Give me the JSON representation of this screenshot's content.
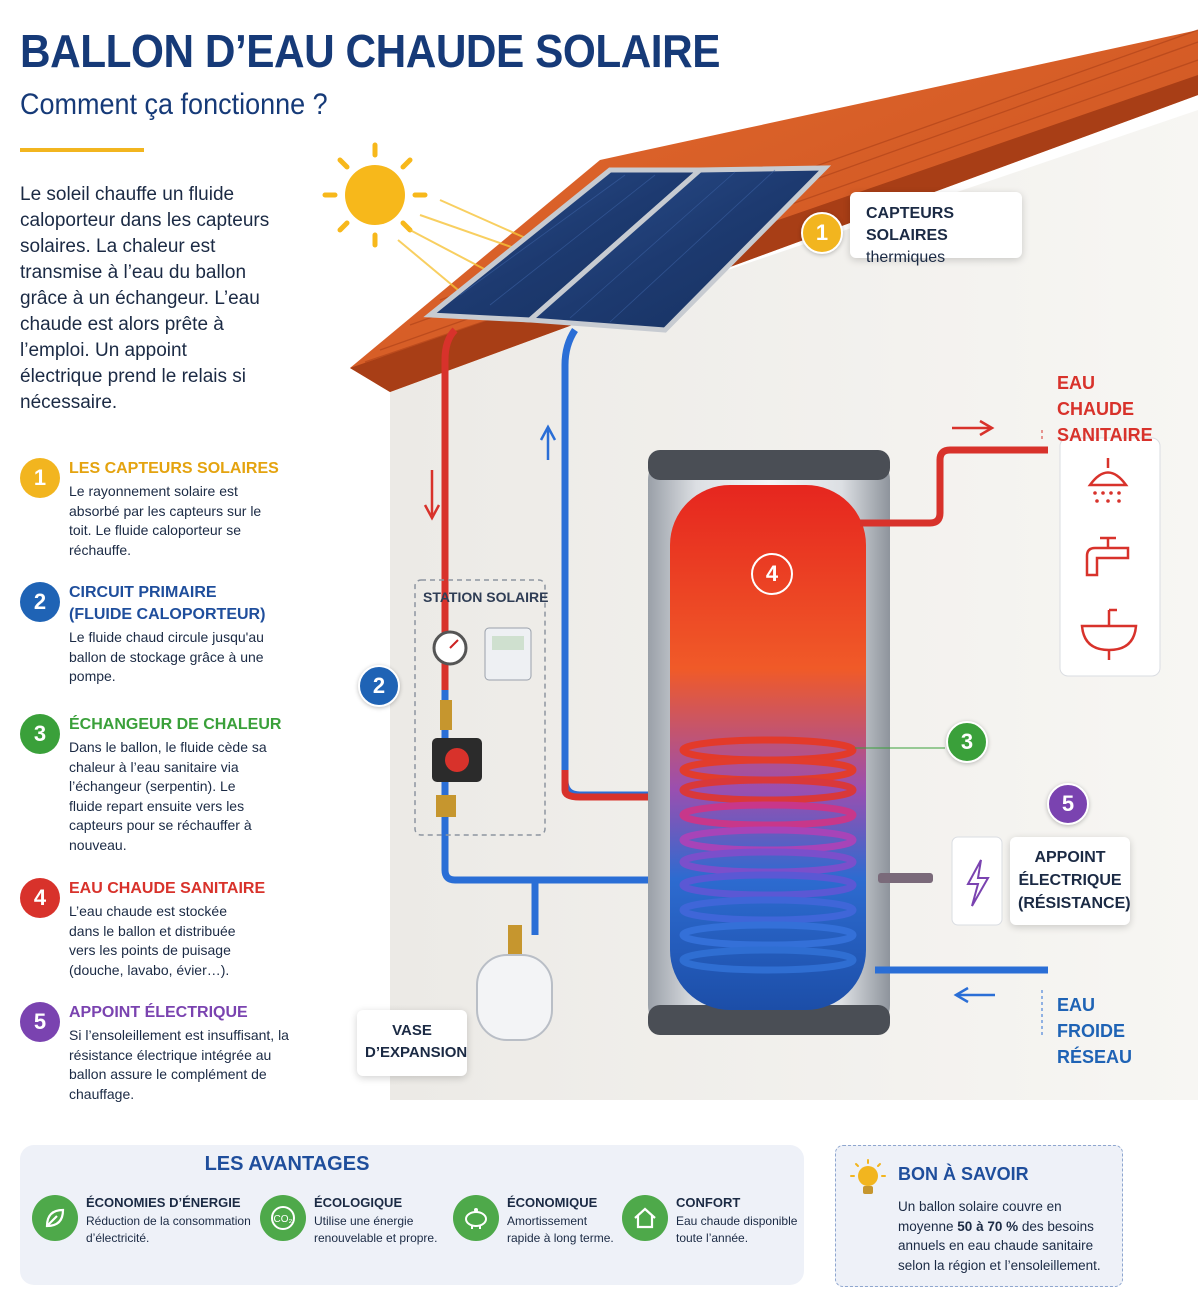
{
  "header": {
    "title": "BALLON D’EAU CHAUDE SOLAIRE",
    "subtitle": "Comment ça fonctionne ?",
    "intro": "Le soleil chauffe un fluide caloporteur dans les capteurs solaires. La chaleur est transmise à l’eau du ballon grâce à un échangeur. L’eau chaude est alors prête à l’emploi. Un appoint électrique prend le relais si nécessaire."
  },
  "steps": [
    {
      "number": "1",
      "color": "#f2b51f",
      "title": "LES CAPTEURS SOLAIRES",
      "body": "Le rayonnement solaire est absorbé par les capteurs sur le toit. Le fluide caloporteur se réchauffe."
    },
    {
      "number": "2",
      "color": "#1f63b5",
      "title": "CIRCUIT PRIMAIRE (FLUIDE CALOPORTEUR)",
      "body": "Le fluide chaud circule jusqu'au ballon de stockage grâce à une pompe."
    },
    {
      "number": "3",
      "color": "#3aa03a",
      "title": "ÉCHANGEUR DE CHALEUR",
      "body": "Dans le ballon, le fluide cède sa chaleur à l’eau sanitaire via l’échangeur (serpentin). Le fluide repart ensuite vers les capteurs pour se réchauffer à nouveau."
    },
    {
      "number": "4",
      "color": "#d8322b",
      "title": "EAU CHAUDE SANITAIRE",
      "body": "L’eau chaude est stockée dans le ballon et distribuée vers les points de puisage (douche, lavabo, évier…)."
    },
    {
      "number": "5",
      "color": "#7a43b0",
      "title": "APPOINT ÉLECTRIQUE",
      "body": "Si l’ensoleillement est insuffisant, la résistance électrique intégrée au ballon assure le complément de chauffage."
    }
  ],
  "diagram": {
    "capteurs_title": "CAPTEURS SOLAIRES",
    "capteurs_sub": "thermiques",
    "station": "STATION SOLAIRE",
    "vase": "VASE D’EXPANSION",
    "eau_chaude": "EAU CHAUDE SANITAIRE",
    "eau_froide": "EAU FROIDE RÉSEAU",
    "appoint": "APPOINT ÉLECTRIQUE (RÉSISTANCE)",
    "badge_1": "1",
    "badge_2": "2",
    "badge_3": "3",
    "badge_4": "4",
    "badge_5": "5"
  },
  "advantages": {
    "title": "LES AVANTAGES",
    "items": [
      {
        "icon": "leaf-icon",
        "title": "ÉCONOMIES D’ÉNERGIE",
        "text": "Réduction de la consommation d’électricité."
      },
      {
        "icon": "co2-icon",
        "title": "ÉCOLOGIQUE",
        "text": "Utilise une énergie renouvelable et propre."
      },
      {
        "icon": "piggy-bank-icon",
        "title": "ÉCONOMIQUE",
        "text": "Amortissement rapide à long terme."
      },
      {
        "icon": "home-icon",
        "title": "CONFORT",
        "text": "Eau chaude disponible toute l’année."
      }
    ]
  },
  "tip": {
    "title": "BON À SAVOIR",
    "text_before": "Un ballon solaire couvre en moyenne ",
    "text_bold": "50 à 70 %",
    "text_after": " des besoins annuels en eau chaude sanitaire selon la région et l’ensoleillement."
  },
  "colors": {
    "title": "#163a78",
    "accent": "#f2b51f",
    "hot": "#d8322b",
    "cold": "#1f63b5"
  }
}
